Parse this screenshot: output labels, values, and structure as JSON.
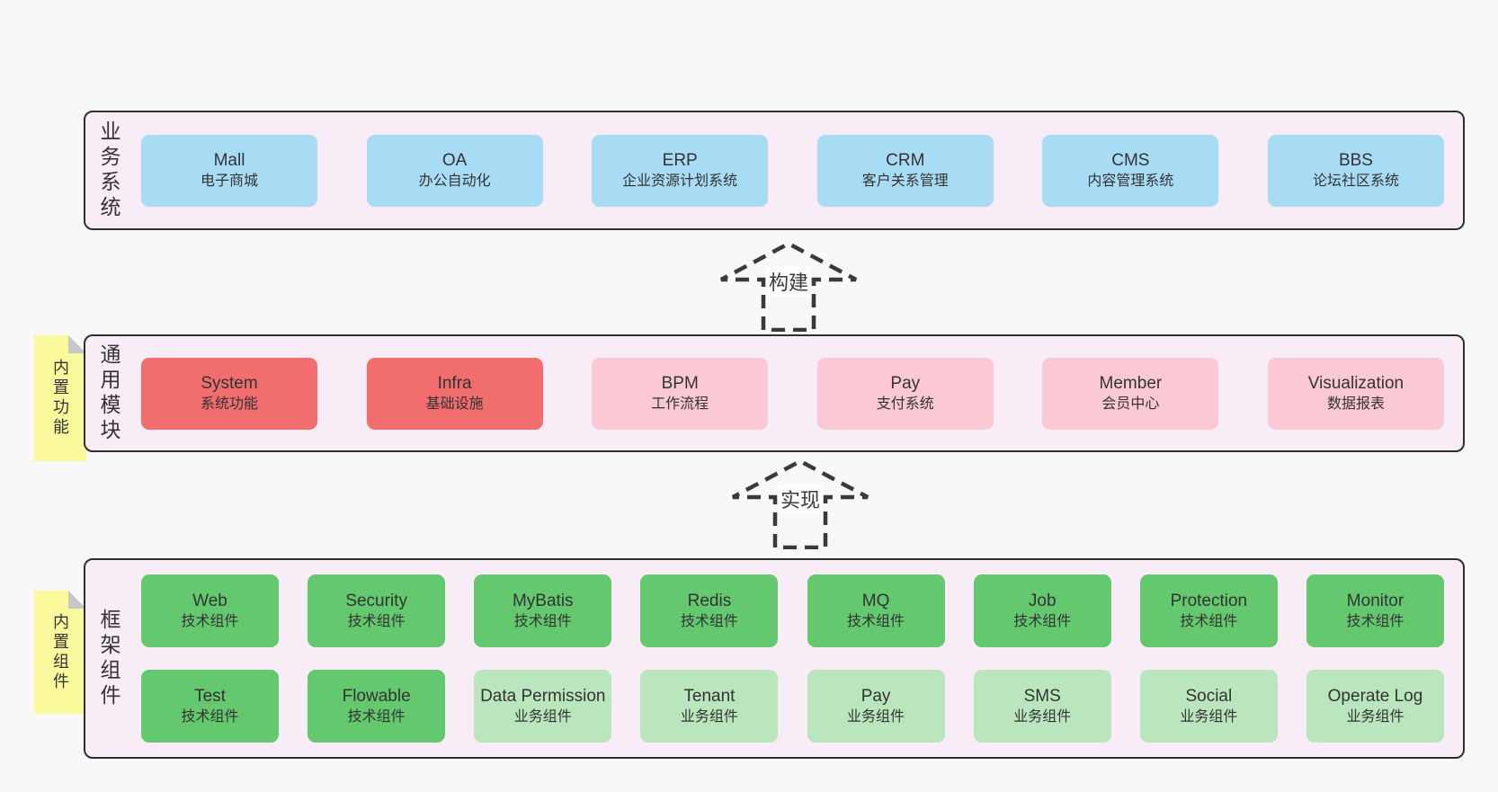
{
  "palette": {
    "page_background": "#f8f8f8",
    "panel_background": "#f8edf6",
    "panel_border": "#2f2f2f",
    "box_blue": "#a8dcf5",
    "box_red": "#f26d6d",
    "box_pink": "#fbc9d3",
    "box_green": "#64c86e",
    "box_light_green": "#b9e6bc",
    "note_yellow": "#fafa9c",
    "note_fold_gray": "#c7c7c7",
    "text": "#333333"
  },
  "panels": {
    "business": {
      "label": "业务系统",
      "boxes": [
        {
          "en": "Mall",
          "zh": "电子商城",
          "variant": "blue"
        },
        {
          "en": "OA",
          "zh": "办公自动化",
          "variant": "blue"
        },
        {
          "en": "ERP",
          "zh": "企业资源计划系统",
          "variant": "blue"
        },
        {
          "en": "CRM",
          "zh": "客户关系管理",
          "variant": "blue"
        },
        {
          "en": "CMS",
          "zh": "内容管理系统",
          "variant": "blue"
        },
        {
          "en": "BBS",
          "zh": "论坛社区系统",
          "variant": "blue"
        }
      ]
    },
    "modules": {
      "label": "通用模块",
      "note": "内置功能",
      "boxes": [
        {
          "en": "System",
          "zh": "系统功能",
          "variant": "red"
        },
        {
          "en": "Infra",
          "zh": "基础设施",
          "variant": "red"
        },
        {
          "en": "BPM",
          "zh": "工作流程",
          "variant": "pink"
        },
        {
          "en": "Pay",
          "zh": "支付系统",
          "variant": "pink"
        },
        {
          "en": "Member",
          "zh": "会员中心",
          "variant": "pink"
        },
        {
          "en": "Visualization",
          "zh": "数据报表",
          "variant": "pink"
        }
      ]
    },
    "framework": {
      "label": "框架组件",
      "note": "内置组件",
      "rows": [
        [
          {
            "en": "Web",
            "zh": "技术组件",
            "variant": "green"
          },
          {
            "en": "Security",
            "zh": "技术组件",
            "variant": "green"
          },
          {
            "en": "MyBatis",
            "zh": "技术组件",
            "variant": "green"
          },
          {
            "en": "Redis",
            "zh": "技术组件",
            "variant": "green"
          },
          {
            "en": "MQ",
            "zh": "技术组件",
            "variant": "green"
          },
          {
            "en": "Job",
            "zh": "技术组件",
            "variant": "green"
          },
          {
            "en": "Protection",
            "zh": "技术组件",
            "variant": "green"
          },
          {
            "en": "Monitor",
            "zh": "技术组件",
            "variant": "green"
          }
        ],
        [
          {
            "en": "Test",
            "zh": "技术组件",
            "variant": "green"
          },
          {
            "en": "Flowable",
            "zh": "技术组件",
            "variant": "green"
          },
          {
            "en": "Data Permission",
            "zh": "业务组件",
            "variant": "lgreen"
          },
          {
            "en": "Tenant",
            "zh": "业务组件",
            "variant": "lgreen"
          },
          {
            "en": "Pay",
            "zh": "业务组件",
            "variant": "lgreen"
          },
          {
            "en": "SMS",
            "zh": "业务组件",
            "variant": "lgreen"
          },
          {
            "en": "Social",
            "zh": "业务组件",
            "variant": "lgreen"
          },
          {
            "en": "Operate Log",
            "zh": "业务组件",
            "variant": "lgreen"
          }
        ]
      ]
    }
  },
  "arrows": {
    "build": {
      "label": "构建"
    },
    "implement": {
      "label": "实现"
    }
  }
}
